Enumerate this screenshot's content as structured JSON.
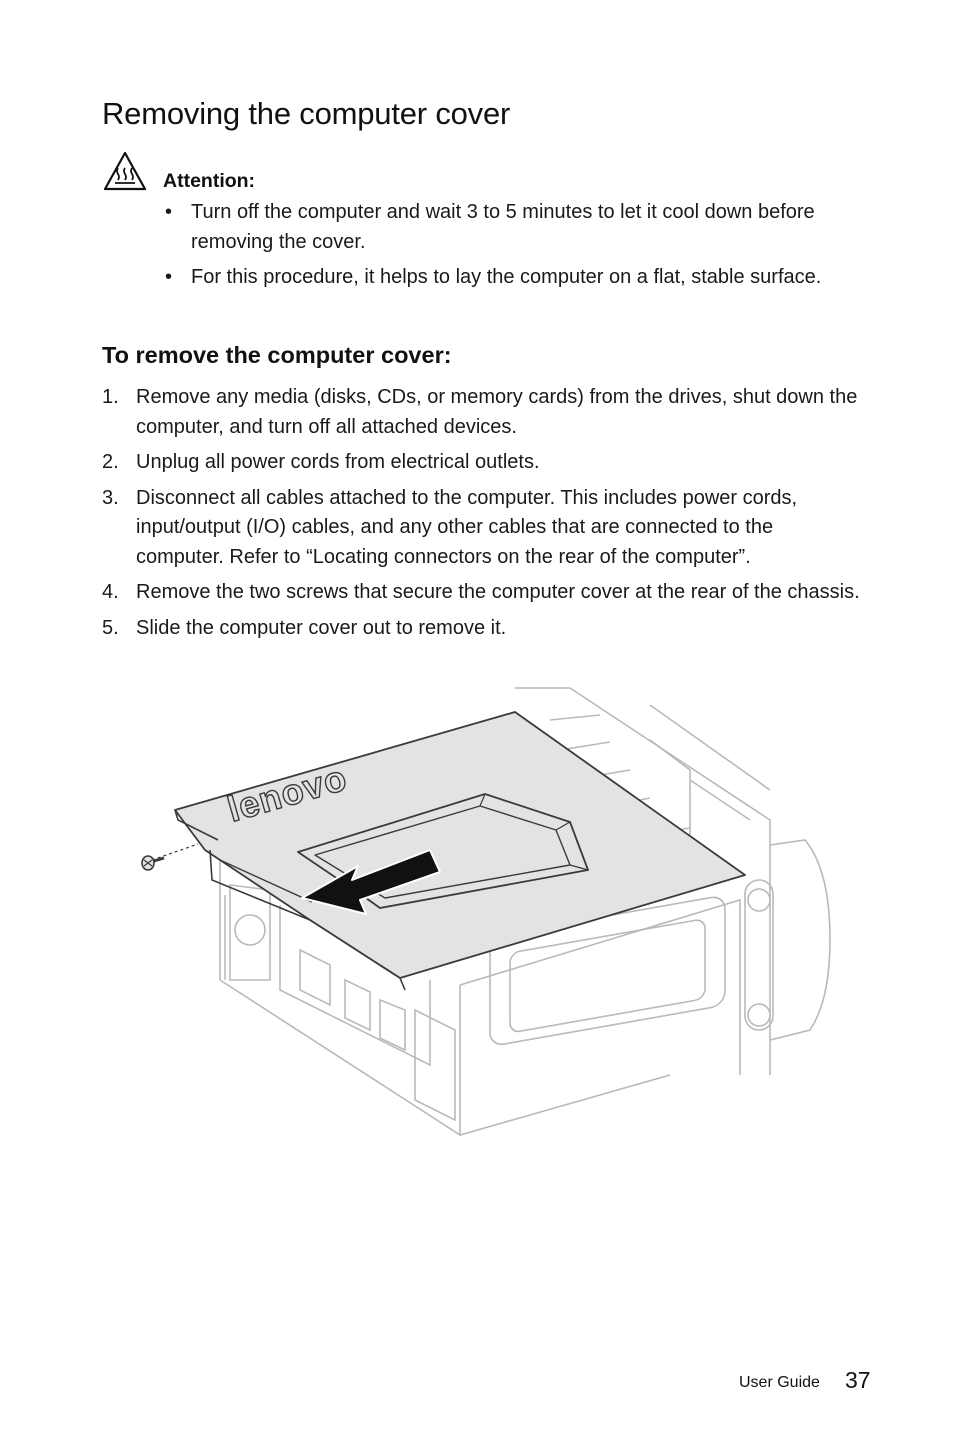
{
  "page": {
    "title": "Removing the computer cover",
    "attention": {
      "label": "Attention:",
      "icon": "hot-surface-warning-icon",
      "bullets": [
        "Turn off the computer and wait 3 to 5 minutes to let it cool down before removing the cover.",
        "For this procedure, it helps to lay the computer on a flat, stable surface."
      ]
    },
    "section_heading": "To remove the computer cover:",
    "steps": [
      {
        "num": "1.",
        "text": "Remove any media (disks, CDs, or memory cards) from the drives, shut down the computer, and turn off all attached devices."
      },
      {
        "num": "2.",
        "text": "Unplug all power cords from electrical outlets."
      },
      {
        "num": "3.",
        "text": "Disconnect all cables attached to the computer. This includes power cords, input/output (I/O) cables, and any other cables that are connected to the computer. Refer to “Locating connectors on the rear of the computer”."
      },
      {
        "num": "4.",
        "text": "Remove the two screws that secure the computer cover at the rear of the chassis."
      },
      {
        "num": "5.",
        "text": "Slide the computer cover out to remove it."
      }
    ],
    "illustration": {
      "logo_text": "lenovo"
    },
    "footer": {
      "label": "User Guide",
      "page_number": "37"
    },
    "colors": {
      "cover_fill": "#e2e3e3",
      "line": "#3a3a3a",
      "chassis_line": "#b9b9b9",
      "arrow": "#111111"
    }
  }
}
